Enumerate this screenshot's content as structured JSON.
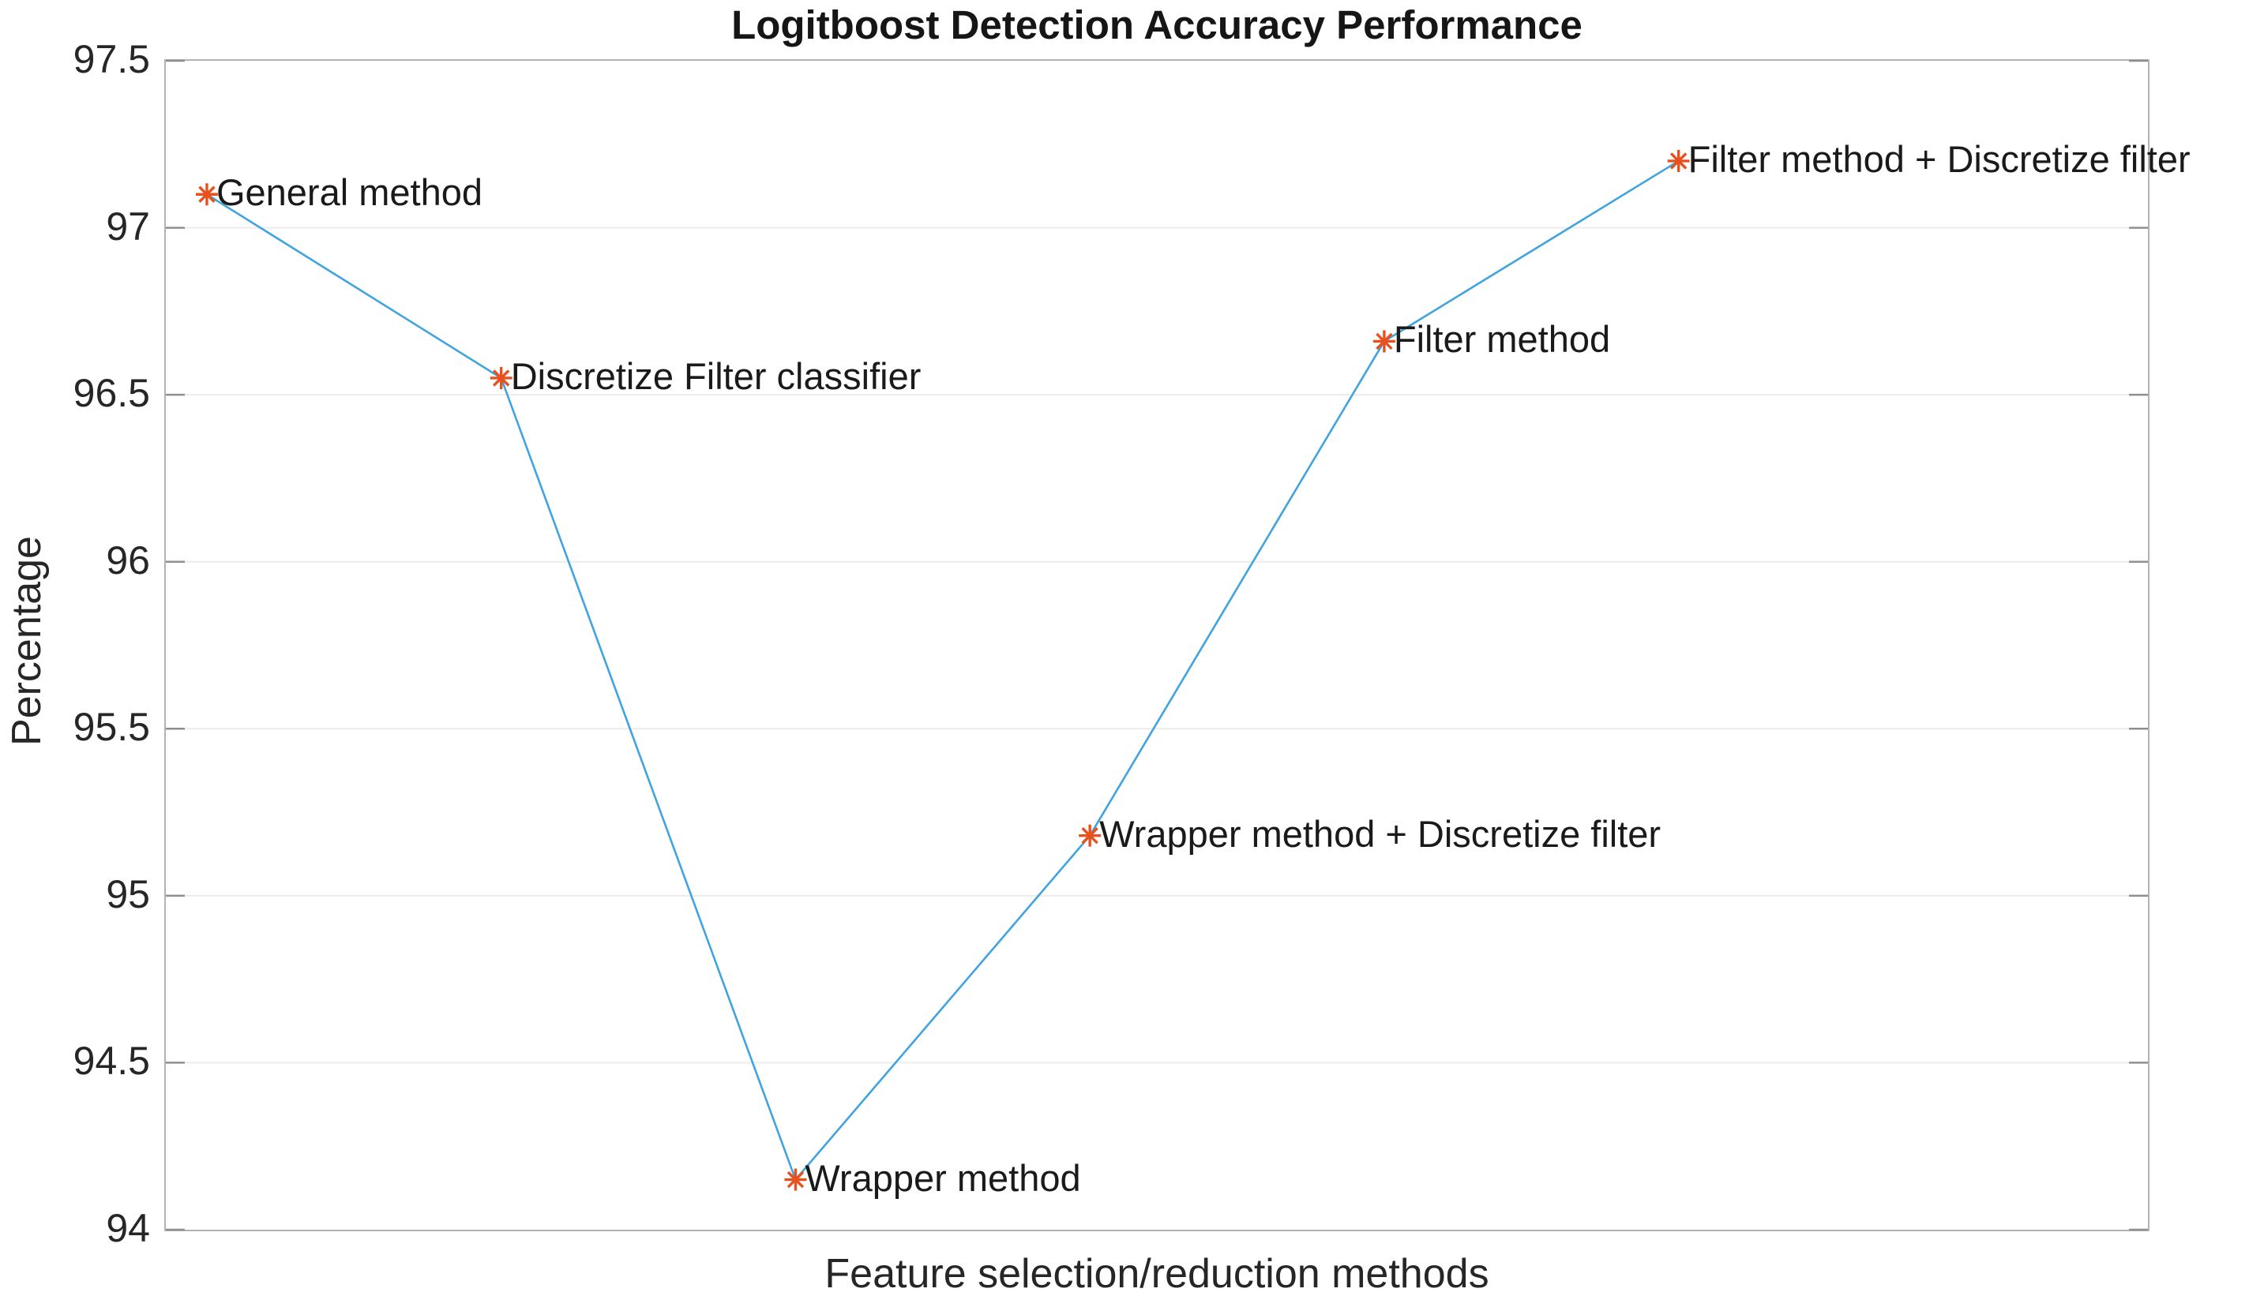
{
  "chart_data": {
    "type": "line",
    "title": "Logitboost Detection Accuracy Performance",
    "xlabel": "Feature selection/reduction methods",
    "ylabel": "Percentage",
    "ylim": [
      94,
      97.5
    ],
    "ytick_step": 0.5,
    "yticks": [
      "94",
      "94.5",
      "95",
      "95.5",
      "96",
      "96.5",
      "97",
      "97.5"
    ],
    "grid": "horizontal",
    "legend": "none",
    "marker": "asterisk",
    "points": [
      {
        "label": "General method",
        "value": 97.1,
        "x_frac": 0.0207
      },
      {
        "label": "Discretize Filter classifier",
        "value": 96.55,
        "x_frac": 0.1692
      },
      {
        "label": "Wrapper method",
        "value": 94.15,
        "x_frac": 0.3177
      },
      {
        "label": "Wrapper method + Discretize filter",
        "value": 95.18,
        "x_frac": 0.4662
      },
      {
        "label": "Filter method",
        "value": 96.66,
        "x_frac": 0.6147
      },
      {
        "label": "Filter method + Discretize filter",
        "value": 97.2,
        "x_frac": 0.7632
      }
    ],
    "colors": {
      "line": "#41A3E0",
      "marker": "#E8501E",
      "grid": "#ECECEC",
      "axis": "#B3B3B3",
      "tick": "#8F8F8F",
      "text": "#1A1A1A",
      "background": "#FFFFFF"
    }
  }
}
